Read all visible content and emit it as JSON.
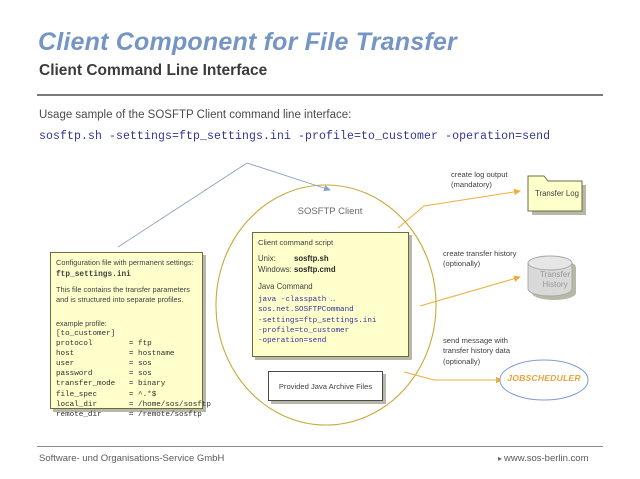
{
  "header": {
    "title": "Client Component for File Transfer",
    "subtitle": "Client Command Line Interface",
    "usage_text": "Usage sample of the SOSFTP Client command line interface:",
    "command": "sosftp.sh -settings=ftp_settings.ini -profile=to_customer -operation=send",
    "title_color": "#7595c4",
    "command_color": "#33339c"
  },
  "config_box": {
    "intro": "Configuration file with permanent settings:",
    "filename": "ftp_settings.ini",
    "description": "This file contains the transfer parameters and is structured into separate profiles.",
    "example_label": "example profile:",
    "profile_header": "[to_customer]",
    "settings": [
      {
        "key": "protocol",
        "value": "ftp"
      },
      {
        "key": "host",
        "value": "hostname"
      },
      {
        "key": "user",
        "value": "sos"
      },
      {
        "key": "password",
        "value": "sos"
      },
      {
        "key": "transfer_mode",
        "value": "binary"
      },
      {
        "key": "file_spec",
        "value": "^.*$"
      },
      {
        "key": "local_dir",
        "value": "/home/sos/sosftp"
      },
      {
        "key": "remote_dir",
        "value": "/remote/sosftp"
      }
    ],
    "settings_text": "[to_customer]\nprotocol        = ftp\nhost            = hostname\nuser            = sos\npassword        = sos\ntransfer_mode   = binary\nfile_spec       = ^.*$\nlocal_dir       = /home/sos/sosftp\nremote_dir      = /remote/sosftp",
    "fill_color": "#ffffcc"
  },
  "circle": {
    "label": "SOSFTP Client",
    "stroke_color": "#c8a93a"
  },
  "client_command_script": {
    "heading": "Client command script",
    "unix_label": "Unix:",
    "unix_value": "sosftp.sh",
    "windows_label": "Windows:",
    "windows_value": "sosftp.cmd",
    "java_heading": "Java Command",
    "java_command": "java -classpath …\nsos.net.SOSFTPCommand\n-settings=ftp_settings.ini\n-profile=to_customer\n-operation=send",
    "fill_color": "#ffffcc"
  },
  "jar_box": {
    "label": "Provided Java Archive Files"
  },
  "annotations": [
    {
      "line1": "create log output",
      "line2": "(mandatory)"
    },
    {
      "line1": "create transfer history",
      "line2": "(optionally)"
    },
    {
      "line1": "send message with",
      "line2": "transfer history data",
      "line3": "(optionally)"
    }
  ],
  "outputs": {
    "transfer_log": {
      "label": "Transfer Log",
      "shape": "folder-icon",
      "fill": "#ffffcc"
    },
    "transfer_history": {
      "label_line1": "Transfer",
      "label_line2": "History",
      "shape": "database-cylinder-icon",
      "fill": "#d9d9d9"
    },
    "jobscheduler": {
      "label": "JOBSCHEDULER",
      "shape": "ellipse",
      "text_color": "#e8a33d",
      "stroke": "#7b9fd4"
    }
  },
  "footer": {
    "left": "Software- und Organisations-Service GmbH",
    "arrow": "▸",
    "right": "www.sos-berlin.com"
  }
}
